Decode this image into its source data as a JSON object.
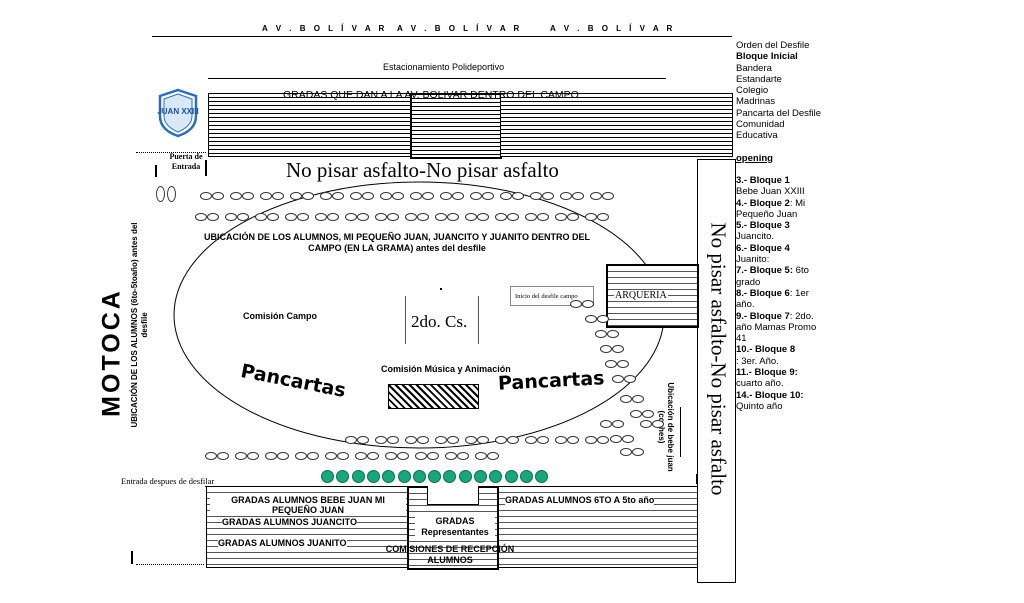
{
  "streets": [
    "A V .   B O L Í V A R",
    "A V .   B O L Í V A R",
    "A V .   B O L Í V A R"
  ],
  "parking": "Estacionamiento Polideportivo",
  "gradas_top": "GRADAS QUE DAN A LA AV. BOLIVAR DENTRO DEL CAMPO",
  "logo_text": "JUAN XXIII",
  "puerta": "Puerta de Entrada",
  "no_pisar_h": "No pisar asfalto-No pisar asfalto",
  "no_pisar_v": "No pisar asfalto-No pisar asfalto",
  "ubicacion_alumnos": "UBICACIÓN DE LOS ALUMNOS,  MI PEQUEÑO JUAN,   JUANCITO Y JUANITO DENTRO DEL CAMPO (EN LA GRAMA) antes del desfile",
  "ubicacion_6to": "UBICACIÓN DE LOS ALUMNOS  (6to-5toaño) antes del desfile",
  "motoca": "MOTOCA",
  "comision_campo": "Comisión Campo",
  "segundo_cs": "2do. Cs.",
  "inicio_desfile": "Inicio del desfile campo",
  "arqueria": "ARQUERIA",
  "comision_musica": "Comisión Música y Animación",
  "pancartas_left": "Pancartas",
  "pancartas_right": "Pancartas",
  "ubicacion_bebe": "Ubicación de bebe juan (coches)",
  "entrada_despues": "Entrada despues de desfilar",
  "gradas_bebe": "GRADAS ALUMNOS  BEBE JUAN MI PEQUEÑO JUAN",
  "gradas_juancito": "GRADAS ALUMNOS JUANCITO",
  "gradas_juanito": "GRADAS ALUMNOS JUANITO",
  "gradas_representantes": "GRADAS Representantes",
  "comisiones_recepcion": "COMISIONES DE RECEPCIÓN ALUMNOS",
  "gradas_6to": "GRADAS ALUMNOS 6TO A 5to año",
  "legend": {
    "order_title": "Orden del Desfile",
    "bloque_inicial": "Bloque Inicial",
    "items1": [
      "Bandera",
      "Estandarte",
      "Colegio",
      "Madrinas",
      "Pancarta del Desfile",
      "Comunidad Educativa"
    ],
    "opening": "opening",
    "bloques": [
      {
        "label": "3.- Bloque 1",
        "desc": "Bebe Juan XXIII"
      },
      {
        "label": "4.- Bloque 2",
        "desc": ": Mi Pequeño Juan"
      },
      {
        "label": "5.- Bloque 3",
        "desc": "Juancito."
      },
      {
        "label": "6.- Bloque  4",
        "desc": "Juanito:"
      },
      {
        "label": "7.- Bloque 5:",
        "desc": " 6to grado"
      },
      {
        "label": "8.- Bloque 6",
        "desc": ": 1er año."
      },
      {
        "label": "9.- Bloque 7",
        "desc": ": 2do. año Mamas Promo 41"
      },
      {
        "label": "10.- Bloque 8",
        "desc": ": 3er. Año."
      },
      {
        "label": "11.- Bloque 9:",
        "desc": " cuarto año."
      },
      {
        "label": "14.- Bloque 10:",
        "desc": " Quinto año"
      }
    ]
  }
}
